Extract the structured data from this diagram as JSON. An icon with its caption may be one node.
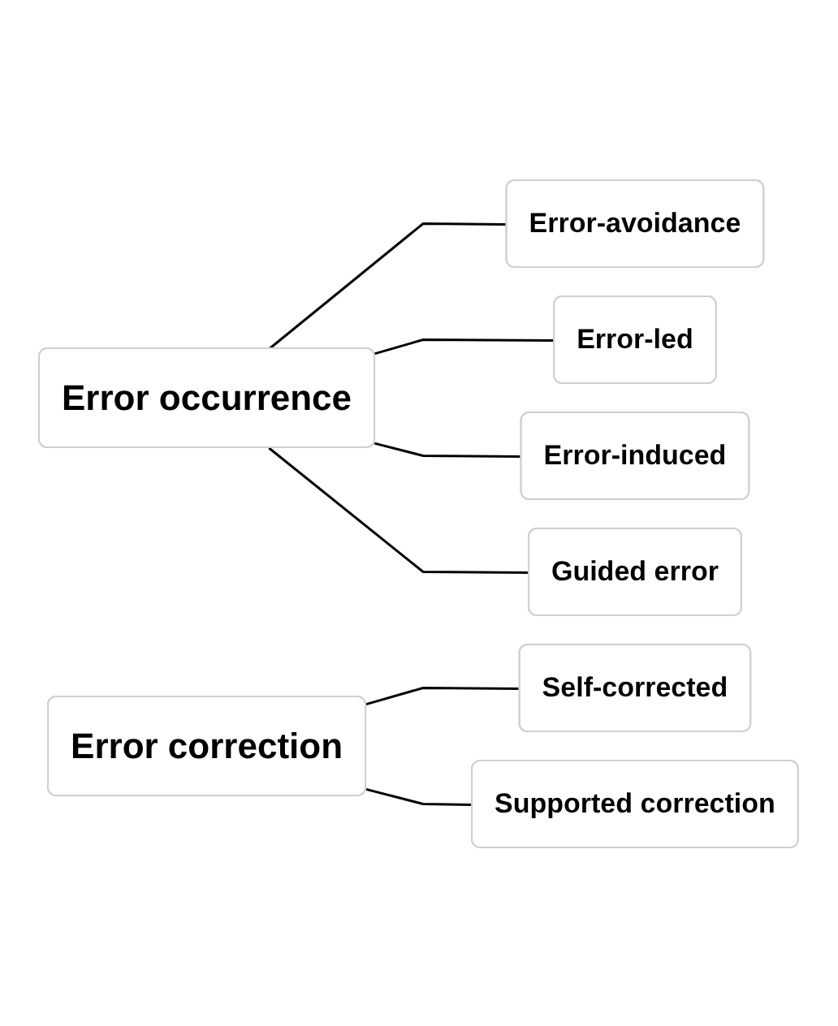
{
  "diagram": {
    "nodes": [
      {
        "text": [
          "Error occurrence"
        ]
      },
      {
        "text": [
          "Error-avoidance"
        ]
      },
      {
        "text": [
          "Error-led"
        ]
      },
      {
        "text": [
          "Error-induced"
        ]
      },
      {
        "text": [
          "Guided error"
        ]
      },
      {
        "text": [
          "Error correction"
        ]
      },
      {
        "text": [
          "Self-corrected"
        ]
      },
      {
        "text": [
          "Supported correction"
        ]
      }
    ],
    "edges": [
      {
        "from": 0,
        "to": 1,
        "arrow": "none"
      },
      {
        "from": 0,
        "to": 2,
        "arrow": "none"
      },
      {
        "from": 0,
        "to": 3,
        "arrow": "none"
      },
      {
        "from": 0,
        "to": 4,
        "arrow": "none"
      },
      {
        "from": 5,
        "to": 6,
        "arrow": "none"
      },
      {
        "from": 5,
        "to": 7,
        "arrow": "none"
      }
    ]
  }
}
